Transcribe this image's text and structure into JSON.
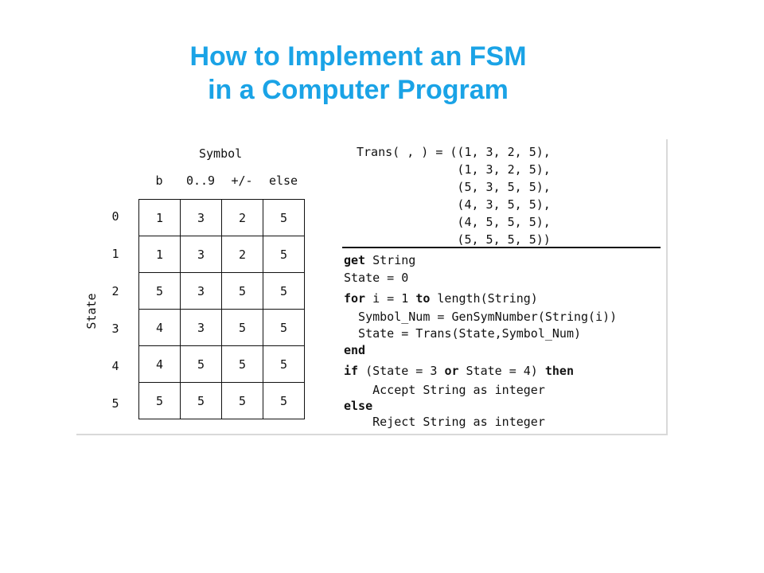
{
  "title": {
    "line1": "How to Implement an FSM",
    "line2": "in a Computer Program"
  },
  "table": {
    "symbol_label": "Symbol",
    "state_label": "State",
    "columns": [
      "b",
      "0..9",
      "+/-",
      "else"
    ],
    "rows": [
      {
        "state": "0",
        "cells": [
          "1",
          "3",
          "2",
          "5"
        ]
      },
      {
        "state": "1",
        "cells": [
          "1",
          "3",
          "2",
          "5"
        ]
      },
      {
        "state": "2",
        "cells": [
          "5",
          "3",
          "5",
          "5"
        ]
      },
      {
        "state": "3",
        "cells": [
          "4",
          "3",
          "5",
          "5"
        ]
      },
      {
        "state": "4",
        "cells": [
          "4",
          "5",
          "5",
          "5"
        ]
      },
      {
        "state": "5",
        "cells": [
          "5",
          "5",
          "5",
          "5"
        ]
      }
    ]
  },
  "trans_decl": [
    "Trans( , ) = ((1, 3, 2, 5),",
    "              (1, 3, 2, 5),",
    "              (5, 3, 5, 5),",
    "              (4, 3, 5, 5),",
    "              (4, 5, 5, 5),",
    "              (5, 5, 5, 5))"
  ],
  "code": {
    "get_kw": "get",
    "get_rest": " String",
    "state_init": "State = 0",
    "for_kw": "for",
    "for_mid": " i = 1 ",
    "to_kw": "to",
    "for_rest": " length(String)",
    "body1": "  Symbol_Num = GenSymNumber(String(i))",
    "body2": "  State = Trans(State,Symbol_Num)",
    "end_kw": "end",
    "if_kw": "if",
    "if_mid": " (State = 3 ",
    "or_kw": "or",
    "if_rest": " State = 4) ",
    "then_kw": "then",
    "accept": "    Accept String as integer",
    "else_kw": "else",
    "reject": "    Reject String as integer"
  }
}
